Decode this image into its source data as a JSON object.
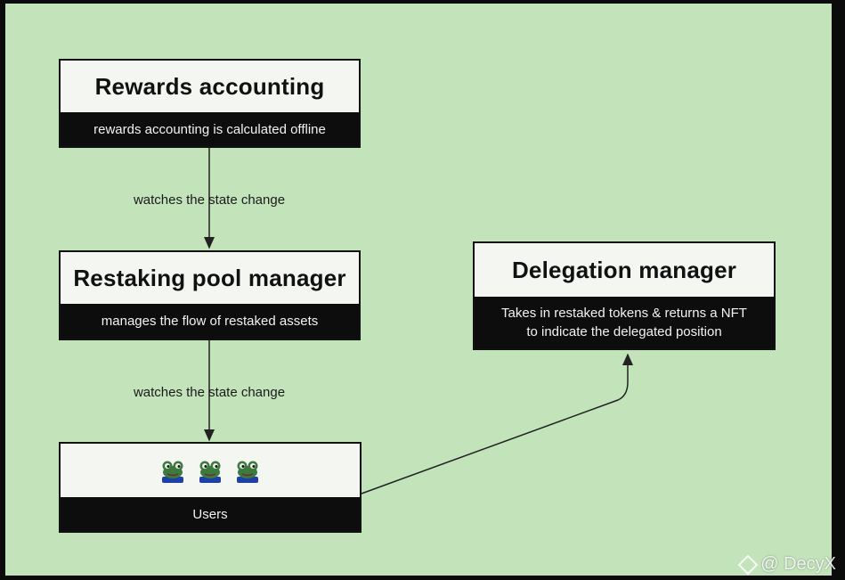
{
  "nodes": {
    "rewards": {
      "title": "Rewards accounting",
      "subtitle": "rewards accounting is calculated offline"
    },
    "restaking": {
      "title": "Restaking pool manager",
      "subtitle": "manages the flow of restaked assets"
    },
    "delegation": {
      "title": "Delegation manager",
      "subtitle_line1": "Takes in restaked tokens & returns a NFT",
      "subtitle_line2": "to indicate the delegated position"
    },
    "users": {
      "subtitle": "Users",
      "icon_names": [
        "frog-icon",
        "frog-icon",
        "frog-icon"
      ]
    }
  },
  "edges": [
    {
      "from": "rewards",
      "to": "restaking",
      "label": "watches the state change"
    },
    {
      "from": "restaking",
      "to": "users",
      "label": "watches the state change"
    },
    {
      "from": "users",
      "to": "delegation",
      "label": ""
    }
  ],
  "watermark": {
    "text": "@ DecyX"
  },
  "colors": {
    "background": "#c3e4bb",
    "box_fill": "#f4f7f1",
    "box_band": "#0d0d0d",
    "frame": "#0b0b0b",
    "frog_skin": "#3d7a3d",
    "frog_shirt": "#1e3fa8"
  }
}
